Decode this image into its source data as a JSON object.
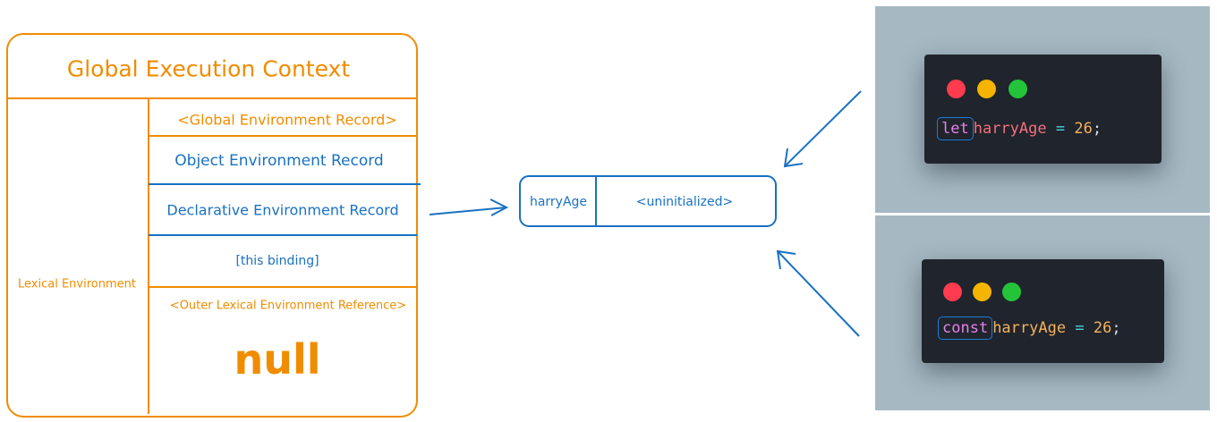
{
  "diagram": {
    "context_title": "Global Execution Context",
    "lexical_environment_label": "Lexical Environment",
    "records": {
      "global_env_record": "<Global Environment Record>",
      "object_env_record": "Object Environment Record",
      "declarative_env_record": "Declarative Environment Record",
      "this_binding": "[this binding]",
      "outer_ref": "<Outer Lexical Environment Reference>",
      "outer_value": "null"
    },
    "binding": {
      "name": "harryAge",
      "value": "<uninitialized>"
    },
    "colors": {
      "orange": "#f08c00",
      "blue": "#1971c2"
    }
  },
  "code_snippets": [
    {
      "keyword": "let",
      "identifier": "harryAge",
      "operator": "=",
      "value": "26",
      "terminator": ";"
    },
    {
      "keyword": "const",
      "identifier": "harryAge",
      "operator": "=",
      "value": "26",
      "terminator": ";"
    }
  ]
}
